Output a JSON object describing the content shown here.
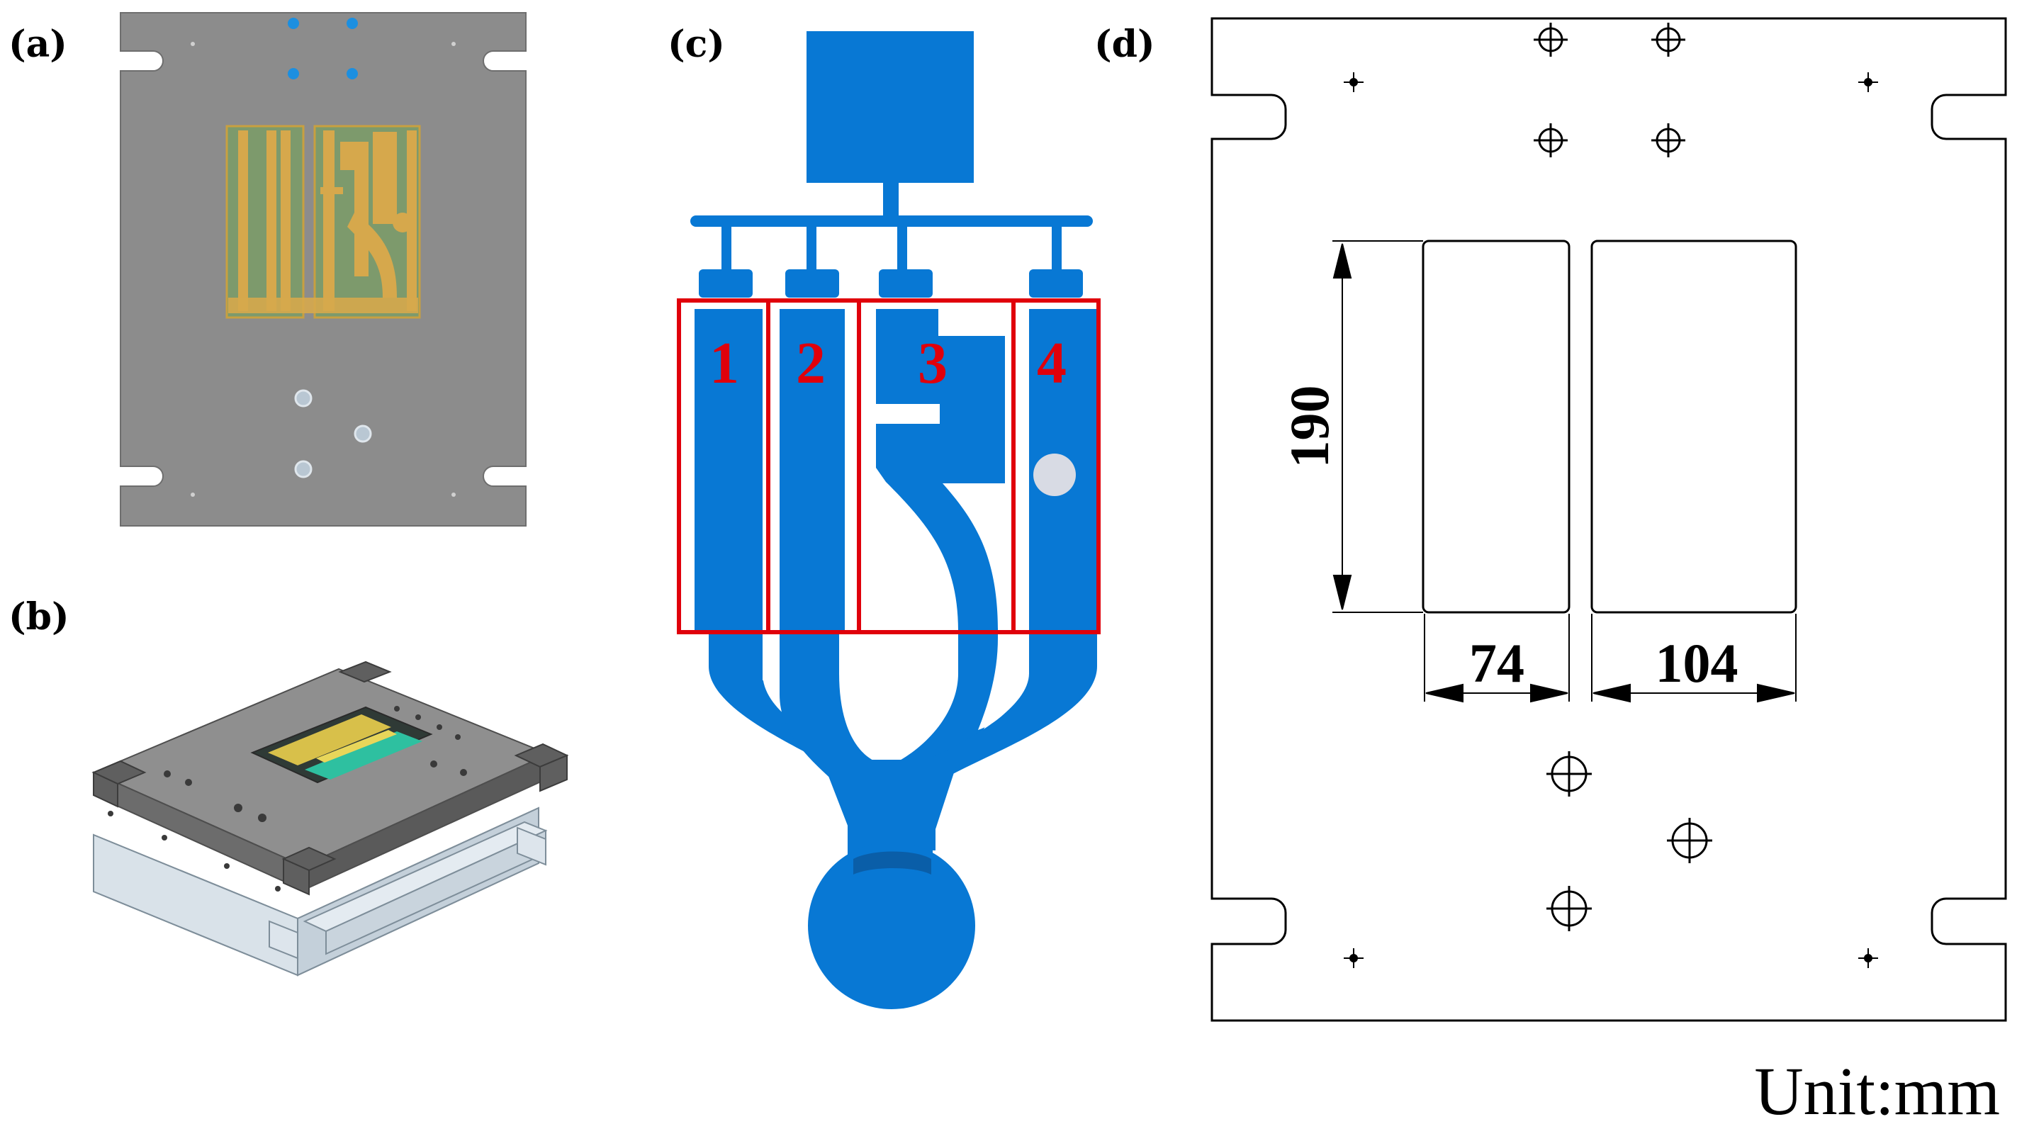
{
  "panels": {
    "a": "(a)",
    "b": "(b)",
    "c": "(c)",
    "d": "(d)"
  },
  "cavity_numbers": [
    "1",
    "2",
    "3",
    "4"
  ],
  "dimensions": {
    "height": "190",
    "width_left": "74",
    "width_right": "104"
  },
  "unit": "Unit:mm",
  "colors": {
    "plate_gray": "#8a8a8a",
    "casting_blue": "#0878d4",
    "highlight_red": "#e0000b",
    "insert_green": "#7d9a6c",
    "insert_gold": "#d6a84c"
  }
}
